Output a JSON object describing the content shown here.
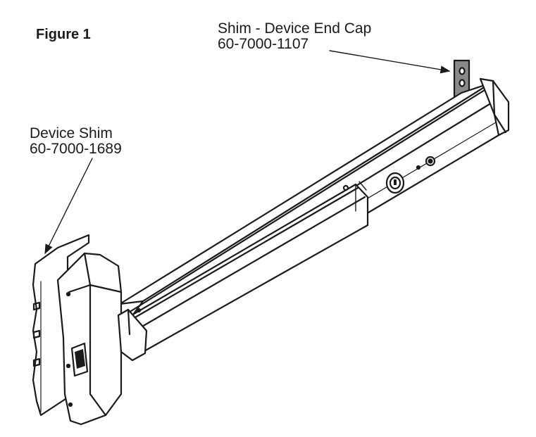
{
  "figure": {
    "title": "Figure 1"
  },
  "callouts": {
    "end_cap_shim": {
      "name": "Shim - Device End Cap",
      "part_number": "60-7000-1107"
    },
    "device_shim": {
      "name": "Device Shim",
      "part_number": "60-7000-1689"
    }
  },
  "colors": {
    "ink": "#1a1a1a",
    "background": "#ffffff",
    "shim_fill": "#8a8a8a"
  }
}
